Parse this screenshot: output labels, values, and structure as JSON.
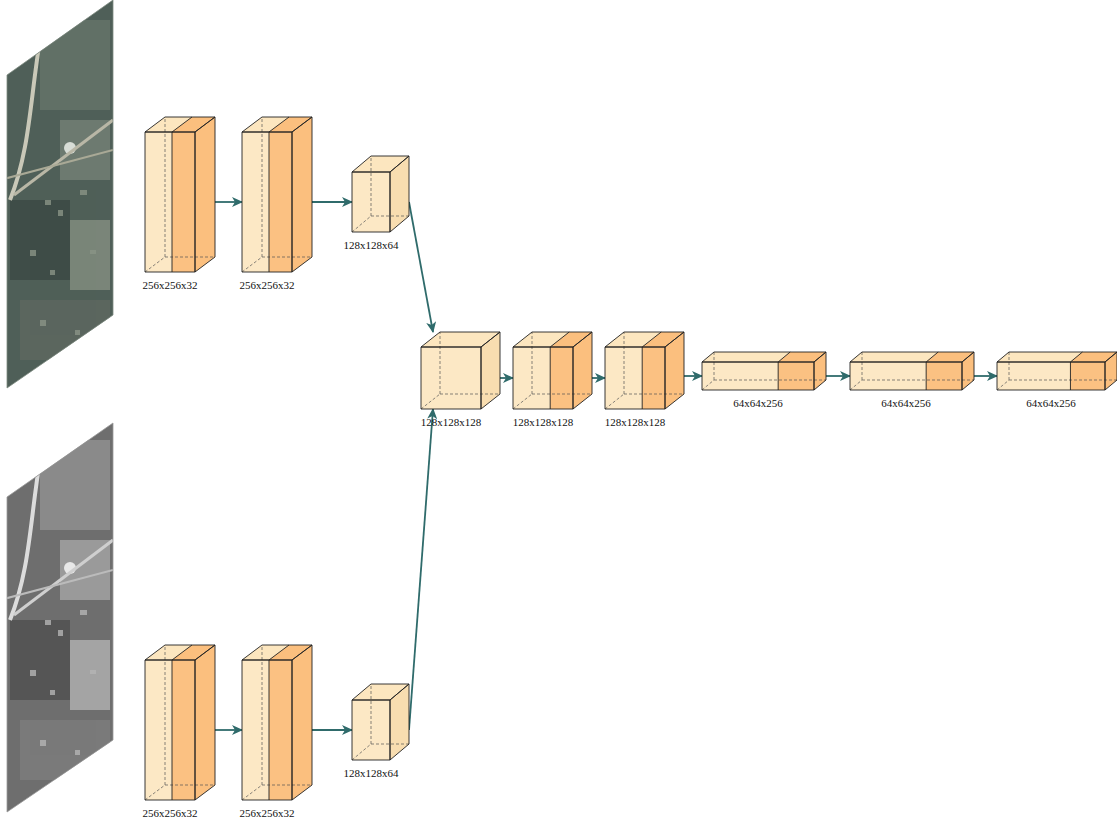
{
  "diagram": {
    "nodes": [
      {
        "text": [
          "256x256x32"
        ]
      },
      {
        "text": [
          "256x256x32"
        ]
      },
      {
        "text": [
          "128x128x64"
        ]
      },
      {
        "text": [
          "128x128x128"
        ]
      },
      {
        "text": [
          "128x128x128"
        ]
      },
      {
        "text": [
          "128x128x128"
        ]
      },
      {
        "text": [
          "64x64x256"
        ]
      },
      {
        "text": [
          "64x64x256"
        ]
      },
      {
        "text": [
          "64x64x256"
        ]
      },
      {
        "text": [
          "256x256x32"
        ]
      },
      {
        "text": [
          "256x256x32"
        ]
      },
      {
        "text": [
          "128x128x64"
        ]
      }
    ],
    "edges": [
      {
        "from": 0,
        "to": 1,
        "arrow": "to"
      },
      {
        "from": 1,
        "to": 2,
        "arrow": "to"
      },
      {
        "from": 2,
        "to": 3,
        "arrow": "to"
      },
      {
        "from": 11,
        "to": 3,
        "arrow": "to"
      },
      {
        "from": 3,
        "to": 4,
        "arrow": "to"
      },
      {
        "from": 4,
        "to": 5,
        "arrow": "to"
      },
      {
        "from": 5,
        "to": 6,
        "arrow": "to"
      },
      {
        "from": 6,
        "to": 7,
        "arrow": "to"
      },
      {
        "from": 7,
        "to": 8,
        "arrow": "to"
      },
      {
        "from": 9,
        "to": 10,
        "arrow": "to"
      },
      {
        "from": 10,
        "to": 11,
        "arrow": "to"
      }
    ]
  }
}
